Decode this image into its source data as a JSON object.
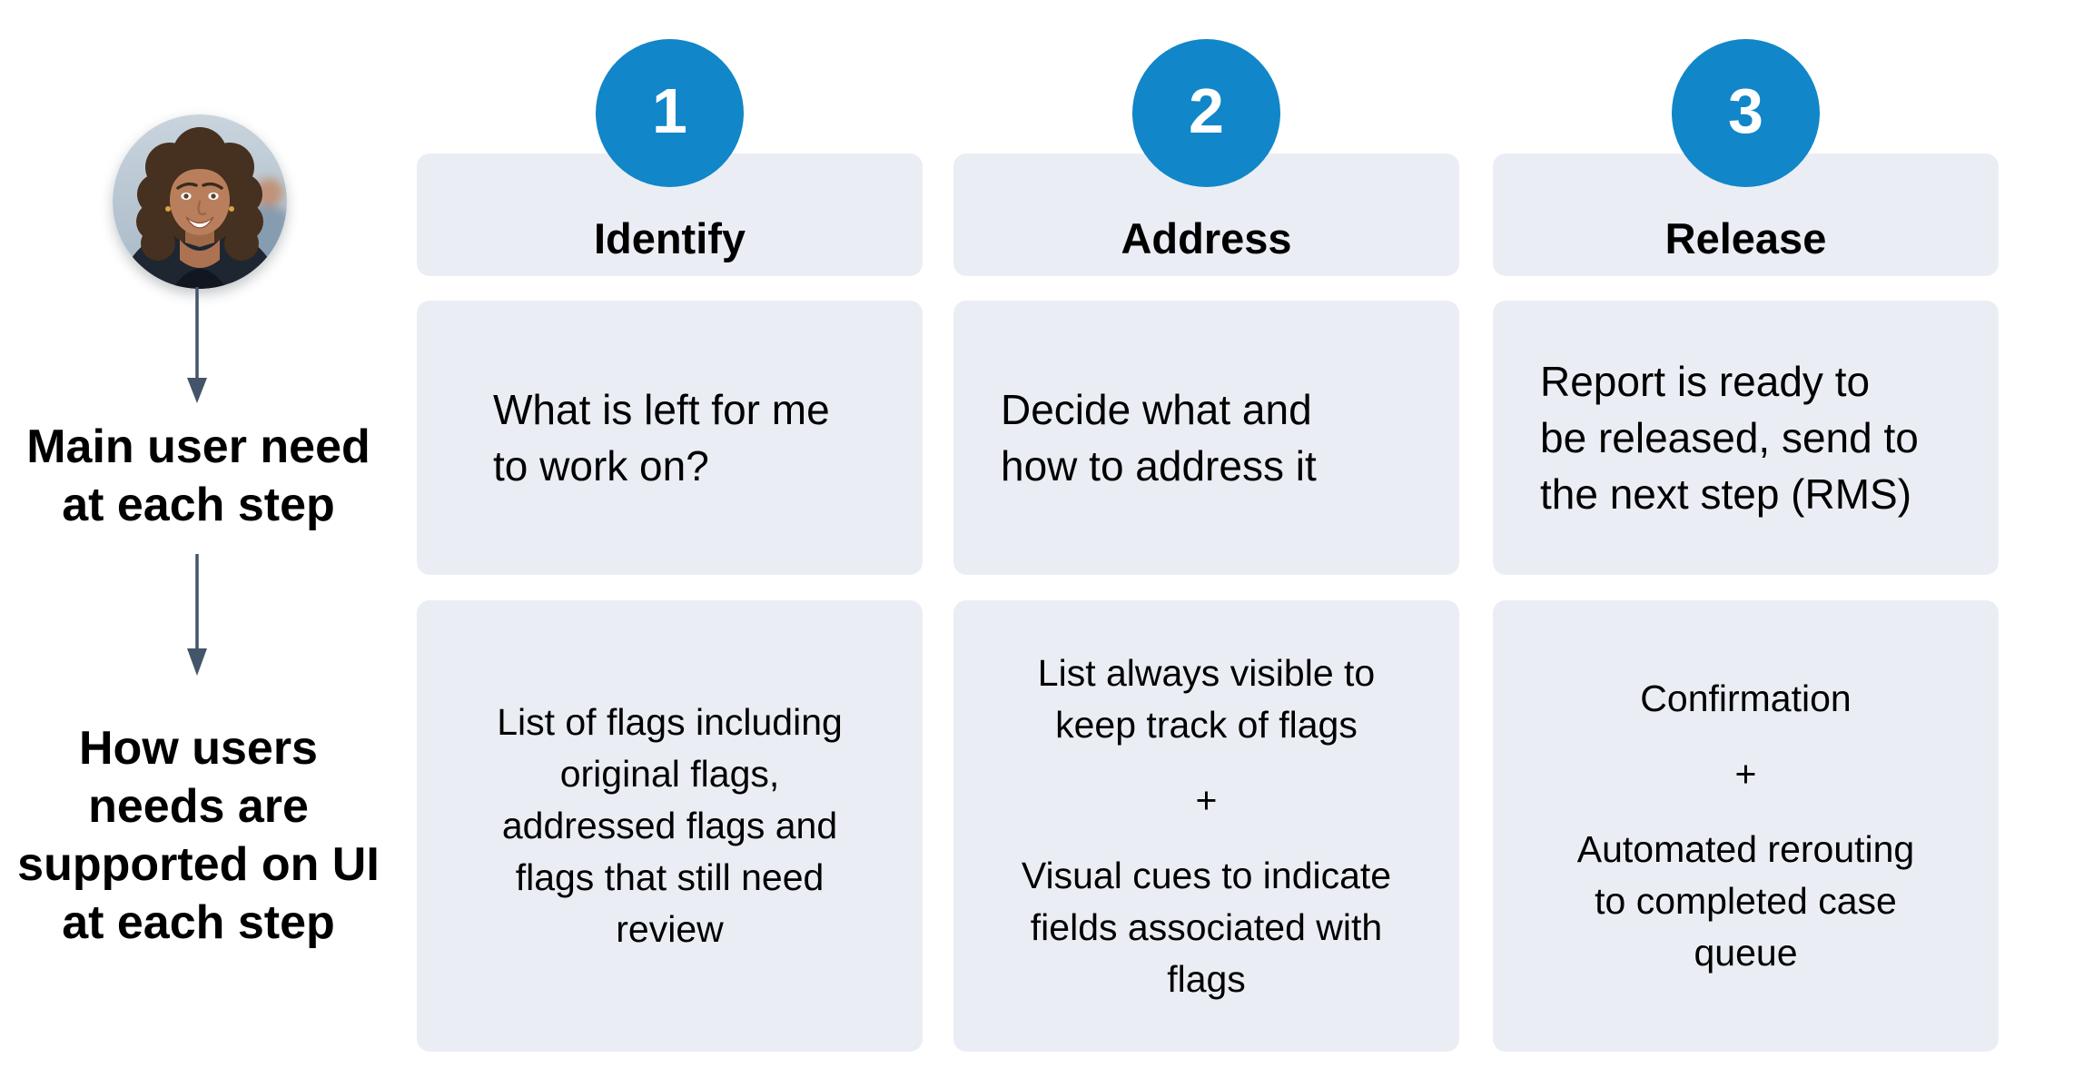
{
  "colors": {
    "accent_blue": "#1186c8",
    "card_bg": "#eaeef4",
    "arrow": "#44546a",
    "text": "#000000"
  },
  "row_labels": {
    "need": "Main user need\nat each step",
    "support": "How users\nneeds are\nsupported on UI\nat each step"
  },
  "columns": [
    {
      "number": "1",
      "title": "Identify",
      "need": "What is left for me\nto work on?",
      "support": [
        "List of flags including\noriginal flags,\naddressed flags and\nflags that still need\nreview"
      ]
    },
    {
      "number": "2",
      "title": "Address",
      "need": "Decide what and\nhow to address it",
      "support": [
        "List always visible to\nkeep track of flags",
        "+",
        "Visual cues to indicate\nfields associated with\nflags"
      ]
    },
    {
      "number": "3",
      "title": "Release",
      "need": "Report is ready to\nbe released, send to\nthe next step (RMS)",
      "support": [
        "Confirmation",
        "+",
        "Automated rerouting\nto completed case\nqueue"
      ]
    }
  ]
}
